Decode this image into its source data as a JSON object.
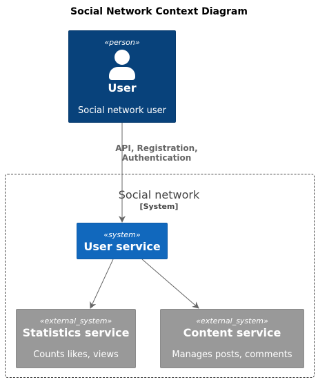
{
  "title": "Social Network Context Diagram",
  "person": {
    "stereotype": "«person»",
    "name": "User",
    "description": "Social network user",
    "icon": "person-icon"
  },
  "boundary": {
    "name": "Social network",
    "type": "[System]"
  },
  "system": {
    "stereotype": "«system»",
    "name": "User service"
  },
  "external_systems": [
    {
      "stereotype": "«external_system»",
      "name": "Statistics service",
      "description": "Counts likes, views"
    },
    {
      "stereotype": "«external_system»",
      "name": "Content service",
      "description": "Manages posts, comments"
    }
  ],
  "relationships": [
    {
      "from": "User",
      "to": "User service",
      "label_line1": "API, Registration,",
      "label_line2": "Authentication"
    },
    {
      "from": "User service",
      "to": "Statistics service",
      "label_line1": "",
      "label_line2": ""
    },
    {
      "from": "User service",
      "to": "Content service",
      "label_line1": "",
      "label_line2": ""
    }
  ],
  "colors": {
    "person": "#08427b",
    "system": "#1168bd",
    "external_system": "#999999",
    "relationship": "#666666",
    "boundary": "#444444"
  }
}
